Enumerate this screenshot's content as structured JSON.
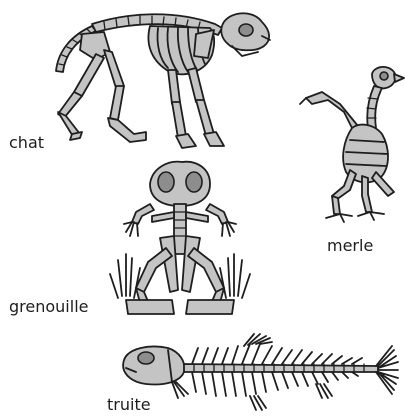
{
  "labels": {
    "cat": "chat",
    "bird": "merle",
    "frog": "grenouille",
    "fish": "truite"
  }
}
